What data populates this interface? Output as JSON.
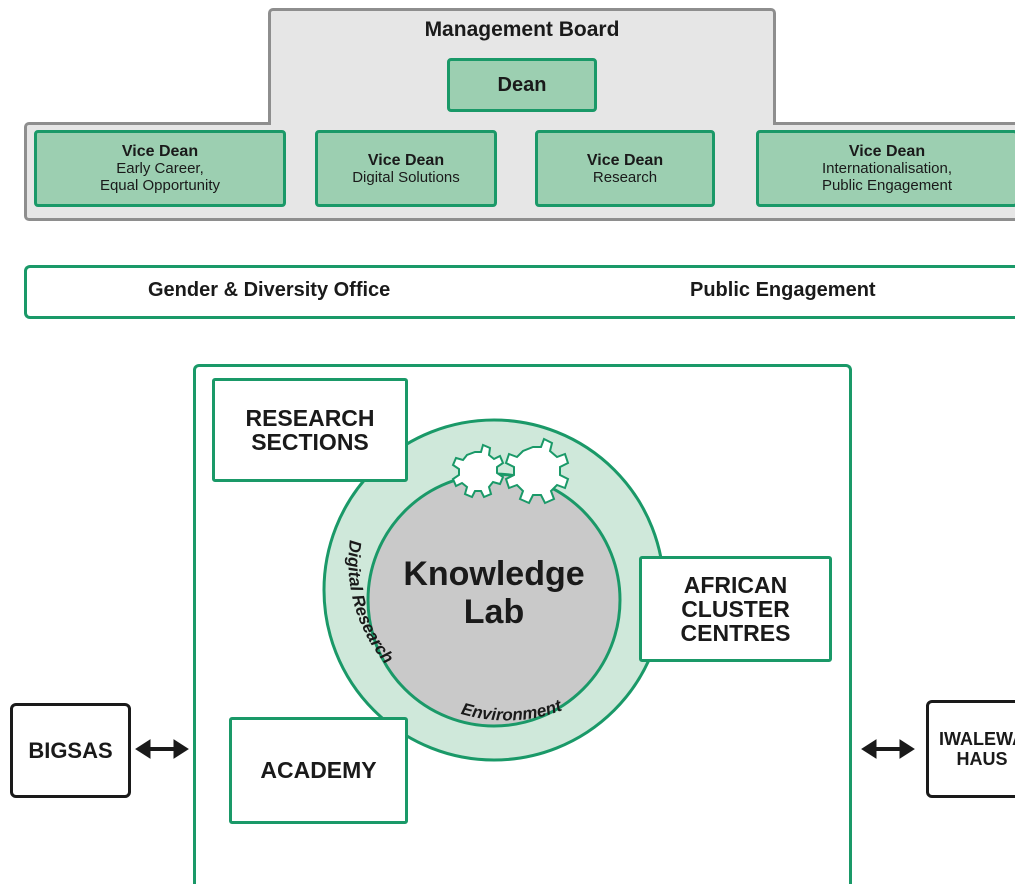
{
  "management_board": {
    "title": "Management Board",
    "dean": "Dean",
    "vice_deans": [
      {
        "title": "Vice Dean",
        "line1": "Early Career,",
        "line2": "Equal Opportunity"
      },
      {
        "title": "Vice Dean",
        "line1": "Digital Solutions",
        "line2": ""
      },
      {
        "title": "Vice Dean",
        "line1": "Research",
        "line2": ""
      },
      {
        "title": "Vice Dean",
        "line1": "Internationalisation,",
        "line2": "Public Engagement"
      }
    ]
  },
  "offices": {
    "gender": "Gender & Diversity Office",
    "public": "Public Engagement"
  },
  "main": {
    "research_sections": {
      "line1": "RESEARCH",
      "line2": "SECTIONS"
    },
    "african_cluster": {
      "line1": "AFRICAN",
      "line2": "CLUSTER",
      "line3": "CENTRES"
    },
    "academy": "ACADEMY",
    "knowledge_lab": {
      "line1": "Knowledge",
      "line2": "Lab"
    },
    "ring_label_1": "Digital Research",
    "ring_label_2": "Environment"
  },
  "side": {
    "bigsas": "BIGSAS",
    "iwalewa": {
      "line1": "IWALEWA",
      "line2": "HAUS"
    }
  },
  "colors": {
    "green_border": "#1a9968",
    "green_fill": "#9ccfb1",
    "ring_fill": "#cfe8da",
    "grey_fill": "#e6e6e6",
    "inner_circle": "#c9c9c9"
  }
}
